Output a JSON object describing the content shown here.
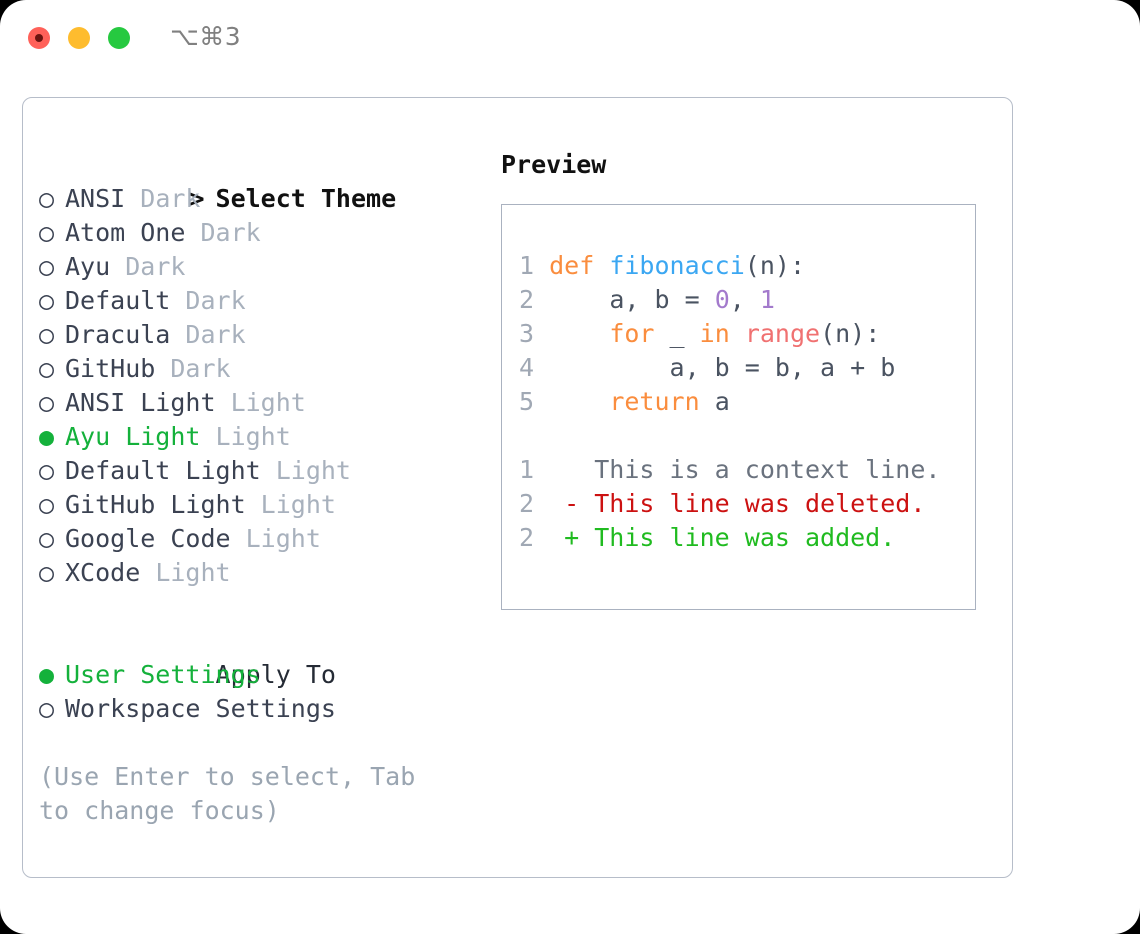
{
  "window": {
    "shortcut_label": "⌥⌘3",
    "traffic_lights": [
      "close-red",
      "minimize-yellow",
      "zoom-green"
    ]
  },
  "themes": {
    "heading_marker": ">",
    "heading": "Select Theme",
    "items": [
      {
        "marker": "○",
        "name": "ANSI",
        "variant": "Dark",
        "selected": false
      },
      {
        "marker": "○",
        "name": "Atom One",
        "variant": "Dark",
        "selected": false
      },
      {
        "marker": "○",
        "name": "Ayu",
        "variant": "Dark",
        "selected": false
      },
      {
        "marker": "○",
        "name": "Default",
        "variant": "Dark",
        "selected": false
      },
      {
        "marker": "○",
        "name": "Dracula",
        "variant": "Dark",
        "selected": false
      },
      {
        "marker": "○",
        "name": "GitHub",
        "variant": "Dark",
        "selected": false
      },
      {
        "marker": "○",
        "name": "ANSI Light",
        "variant": "Light",
        "selected": false
      },
      {
        "marker": "●",
        "name": "Ayu Light",
        "variant": "Light",
        "selected": true
      },
      {
        "marker": "○",
        "name": "Default Light",
        "variant": "Light",
        "selected": false
      },
      {
        "marker": "○",
        "name": "GitHub Light",
        "variant": "Light",
        "selected": false
      },
      {
        "marker": "○",
        "name": "Google Code",
        "variant": "Light",
        "selected": false
      },
      {
        "marker": "○",
        "name": "XCode",
        "variant": "Light",
        "selected": false
      }
    ]
  },
  "apply_to": {
    "title": "Apply To",
    "items": [
      {
        "marker": "●",
        "label": "User Settings",
        "selected": true
      },
      {
        "marker": "○",
        "label": "Workspace Settings",
        "selected": false
      }
    ]
  },
  "hint": "(Use Enter to select, Tab to change focus)",
  "preview": {
    "label": "Preview",
    "code_lines": [
      {
        "number": "1",
        "tokens": [
          {
            "text": "def ",
            "type": "kw"
          },
          {
            "text": "fibonacci",
            "type": "fn"
          },
          {
            "text": "(n):",
            "type": "txt"
          }
        ]
      },
      {
        "number": "2",
        "tokens": [
          {
            "text": "    a, b = ",
            "type": "txt"
          },
          {
            "text": "0",
            "type": "num"
          },
          {
            "text": ", ",
            "type": "txt"
          },
          {
            "text": "1",
            "type": "num"
          }
        ]
      },
      {
        "number": "3",
        "tokens": [
          {
            "text": "    ",
            "type": "txt"
          },
          {
            "text": "for",
            "type": "kw"
          },
          {
            "text": " _ ",
            "type": "txt"
          },
          {
            "text": "in",
            "type": "kw"
          },
          {
            "text": " ",
            "type": "txt"
          },
          {
            "text": "range",
            "type": "bi"
          },
          {
            "text": "(n):",
            "type": "txt"
          }
        ]
      },
      {
        "number": "4",
        "tokens": [
          {
            "text": "        a, b = b, a + b",
            "type": "txt"
          }
        ]
      },
      {
        "number": "5",
        "tokens": [
          {
            "text": "    ",
            "type": "txt"
          },
          {
            "text": "return",
            "type": "kw"
          },
          {
            "text": " a",
            "type": "txt"
          }
        ]
      }
    ],
    "diff_lines": [
      {
        "number": "1",
        "sign": " ",
        "text": "This is a context line.",
        "kind": "ctx"
      },
      {
        "number": "2",
        "sign": "-",
        "text": "This line was deleted.",
        "kind": "del"
      },
      {
        "number": "2",
        "sign": "+",
        "text": "This line was added.",
        "kind": "add"
      }
    ]
  },
  "colors": {
    "accent_green": "#14b13b",
    "muted": "#a8b1bd",
    "hint": "#9aa5b1",
    "keyword": "#fa8d3e",
    "function": "#3ba7f2",
    "number": "#a37acc",
    "builtin": "#f07171",
    "diff_deleted": "#cc1111",
    "diff_added": "#20bb20",
    "border": "#b6bdc9",
    "traffic_red": "#ff6159",
    "traffic_yellow": "#febc2e",
    "traffic_green": "#26c940"
  }
}
